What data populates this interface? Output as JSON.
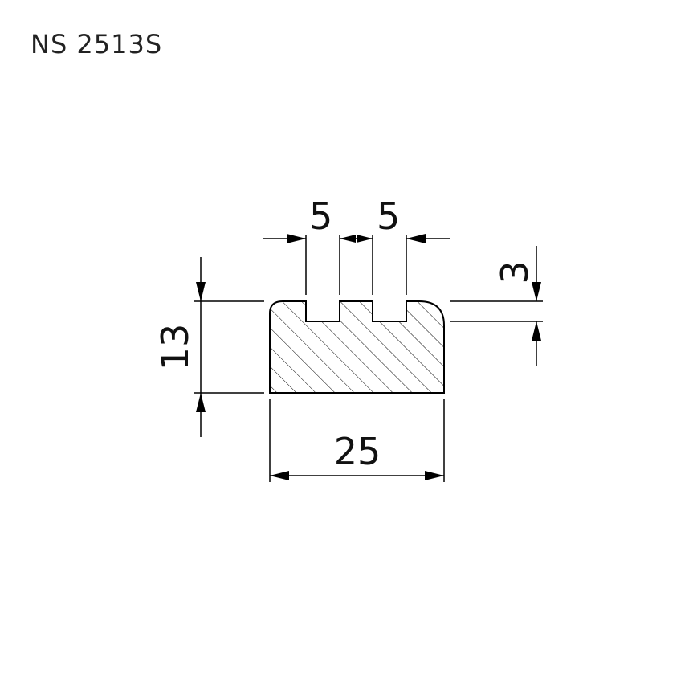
{
  "title": "NS 2513S",
  "dimensions": {
    "groove_width_left": "5",
    "groove_width_right": "5",
    "groove_depth": "3",
    "height": "13",
    "width": "25"
  },
  "colors": {
    "line": "#000000",
    "background": "#ffffff"
  }
}
